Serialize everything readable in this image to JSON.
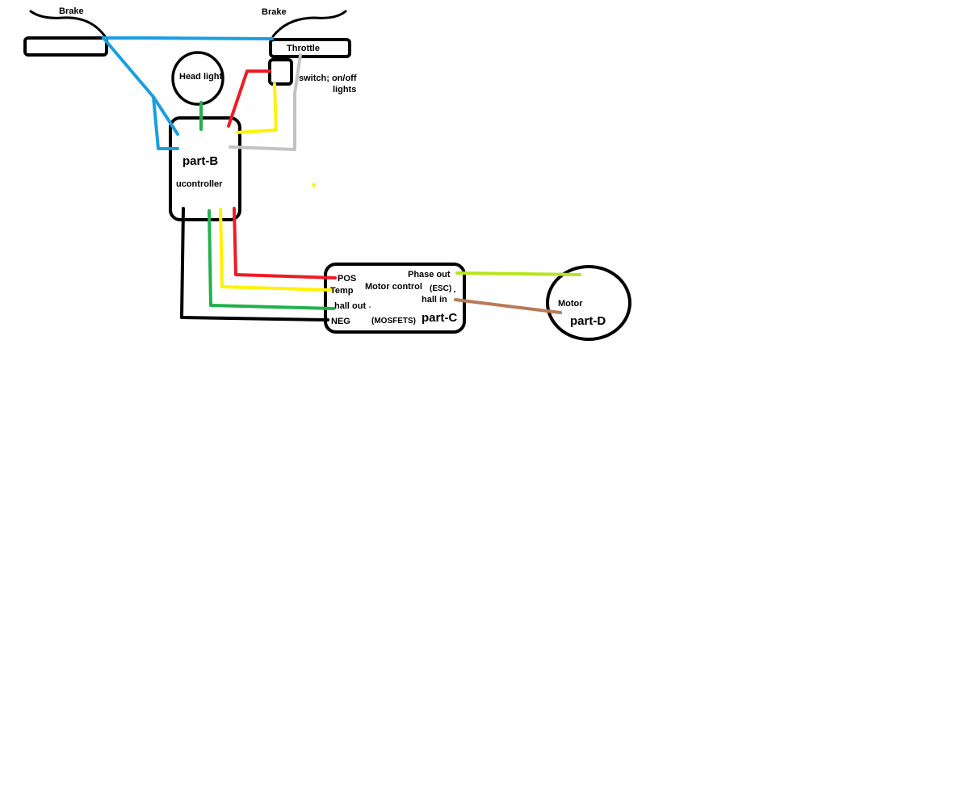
{
  "colors": {
    "outline": "#000000",
    "brake_wire": "#1a9ee0",
    "headlight_wire": "#22b14c",
    "pos_wire": "#ed1c24",
    "temp_wire": "#fff200",
    "switch_wire": "#c3c3c3",
    "hall_out_wire": "#22b14c",
    "neg_wire": "#000000",
    "phase_wire": "#b5e61d",
    "hall_in_wire": "#b97a57",
    "background": "#ffffff"
  },
  "handlebar": {
    "left_brake_label": "Brake",
    "right_brake_label": "Brake",
    "throttle_label": "Throttle",
    "switch_label_line1": "switch; on/off",
    "switch_label_line2": "lights"
  },
  "headlight": {
    "label": "Head light"
  },
  "part_b": {
    "title": "part-B",
    "subtitle": "ucontroller"
  },
  "part_c": {
    "title": "part-C",
    "label_motor_control": "Motor control",
    "label_esc": "(ESC)",
    "label_mosfets": "(MOSFETS)",
    "pin_pos": "POS",
    "pin_temp": "Temp",
    "pin_hall_out": "hall out",
    "pin_neg": "NEG",
    "pin_phase_out": "Phase out",
    "pin_hall_in": "hall in"
  },
  "part_d": {
    "label_motor": "Motor",
    "title": "part-D"
  },
  "icons": {
    "left_brake_grip": "left-brake-grip-icon",
    "right_grip": "throttle-grip-icon",
    "switch": "switch-box-icon",
    "headlight": "headlight-circle-icon",
    "motor": "motor-circle-icon"
  }
}
